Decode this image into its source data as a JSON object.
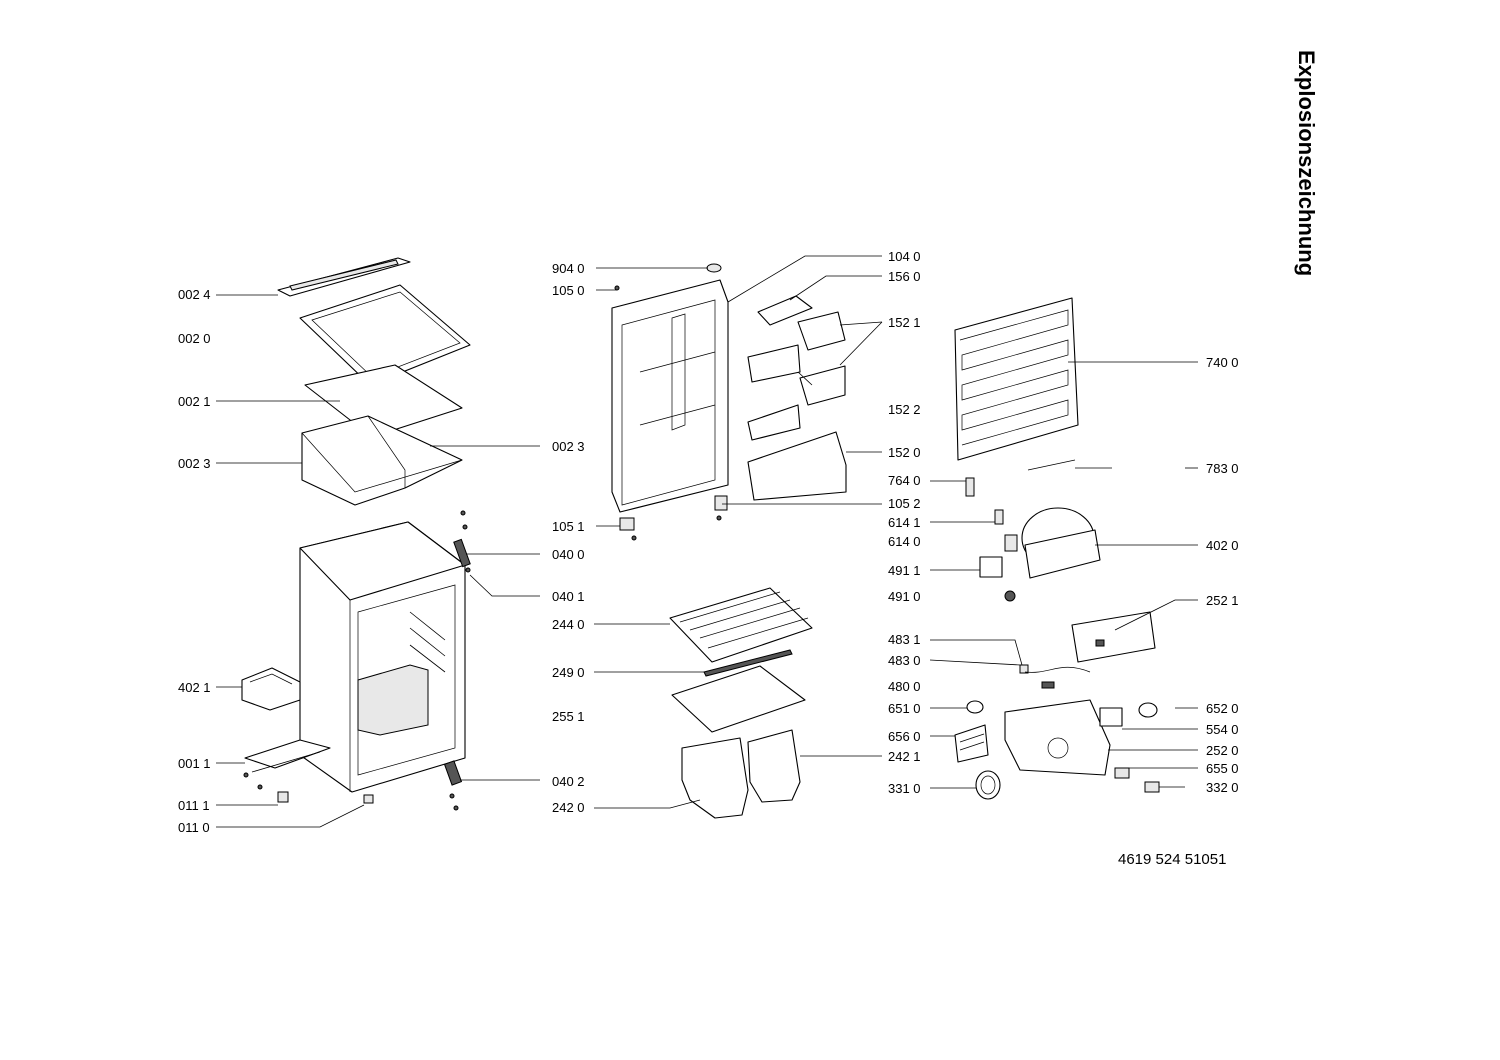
{
  "title": "Explosionszeichnung",
  "document_number": "4619 524 51051",
  "part_labels": {
    "l0024": "002 4",
    "l0020": "002 0",
    "l0021": "002 1",
    "l0023a": "002 3",
    "l0023b": "002 3",
    "l0400": "040 0",
    "l0401": "040 1",
    "l4021": "402 1",
    "l0011": "001 1",
    "l0111": "011 1",
    "l0110": "011 0",
    "l0402": "040 2",
    "l9040": "904 0",
    "l1050": "105 0",
    "l1051": "105 1",
    "l1040": "104 0",
    "l1560": "156 0",
    "l1521": "152 1",
    "l1522": "152 2",
    "l1520": "152 0",
    "l1052": "105 2",
    "l2440": "244 0",
    "l2490": "249 0",
    "l2551": "255 1",
    "l2421": "242 1",
    "l2420": "242 0",
    "l7400": "740 0",
    "l7640": "764 0",
    "l7830": "783 0",
    "l6141": "614 1",
    "l6140": "614 0",
    "l4020": "402 0",
    "l4911": "491 1",
    "l4910": "491 0",
    "l2521": "252 1",
    "l4831": "483 1",
    "l4830": "483 0",
    "l4800": "480 0",
    "l6510": "651 0",
    "l6520": "652 0",
    "l6560": "656 0",
    "l5540": "554 0",
    "l2520": "252 0",
    "l6550": "655 0",
    "l3310": "331 0",
    "l3320": "332 0"
  }
}
